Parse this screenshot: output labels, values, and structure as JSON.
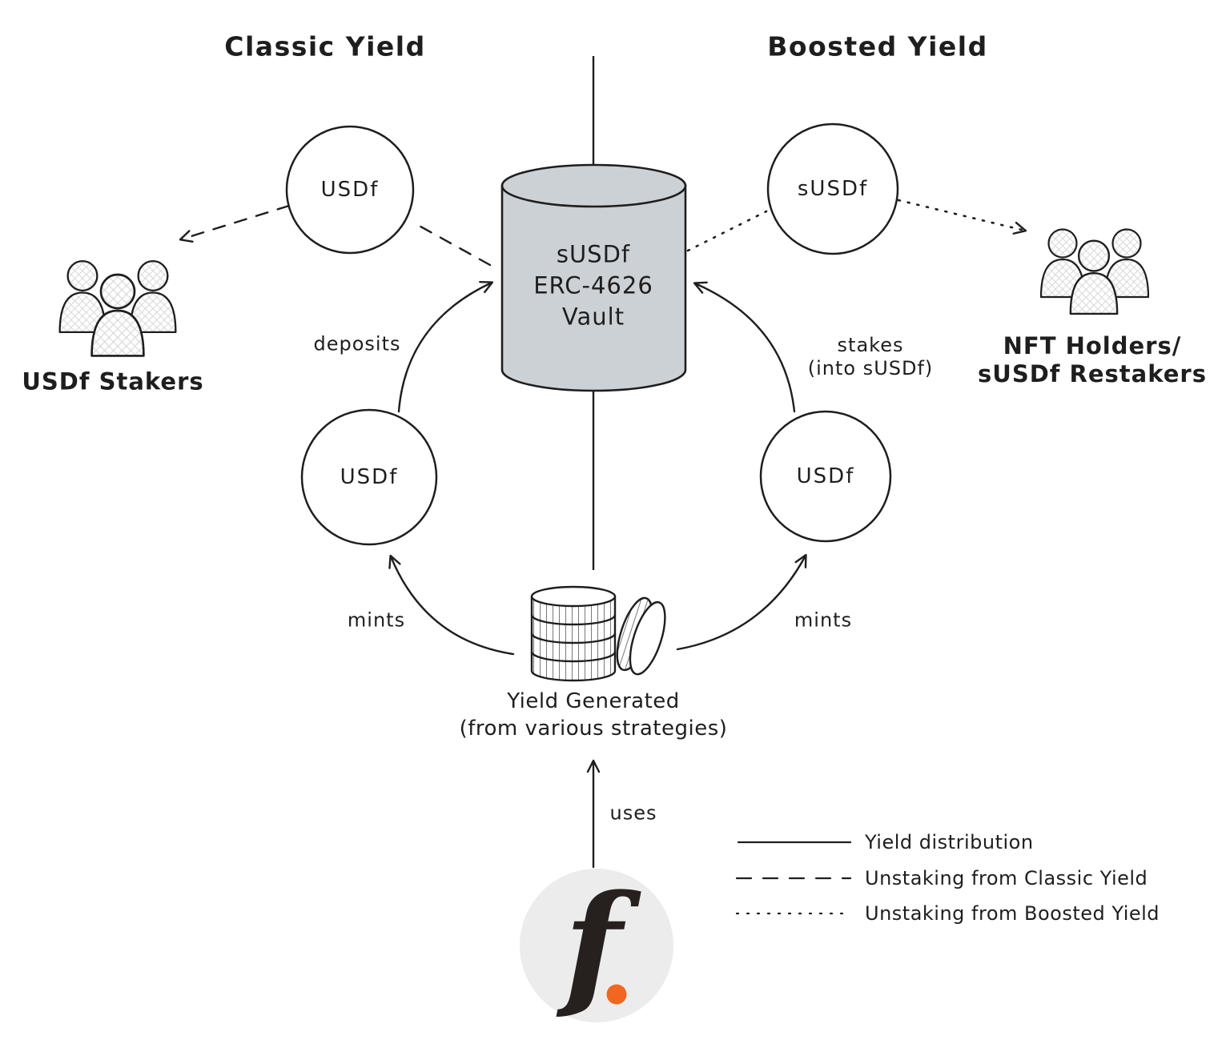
{
  "diagram": {
    "title_left": "Classic Yield",
    "title_right": "Boosted Yield",
    "vault": {
      "line1": "sUSDf",
      "line2": "ERC-4626",
      "line3": "Vault"
    },
    "tokens": {
      "top_left": "USDf",
      "top_right": "sUSDf",
      "bottom_left": "USDf",
      "bottom_right": "USDf"
    },
    "actors": {
      "left": "USDf Stakers",
      "right_line1": "NFT Holders/",
      "right_line2": "sUSDf Restakers"
    },
    "flow_labels": {
      "deposits": "deposits",
      "stakes_line1": "stakes",
      "stakes_line2": "(into sUSDf)",
      "mints_left": "mints",
      "mints_right": "mints",
      "uses": "uses"
    },
    "yield_source": {
      "line1": "Yield Generated",
      "line2": "(from various strategies)"
    },
    "legend": {
      "solid": "Yield distribution",
      "dashed": "Unstaking from Classic Yield",
      "dotted": "Unstaking from Boosted Yield"
    },
    "logo": {
      "letter": "f"
    },
    "colors": {
      "ink": "#1e1e1e",
      "vault_fill": "#ccd1d5",
      "logo_bg": "#ececec",
      "accent": "#f2671f",
      "hatch": "#d9d9d9"
    }
  }
}
